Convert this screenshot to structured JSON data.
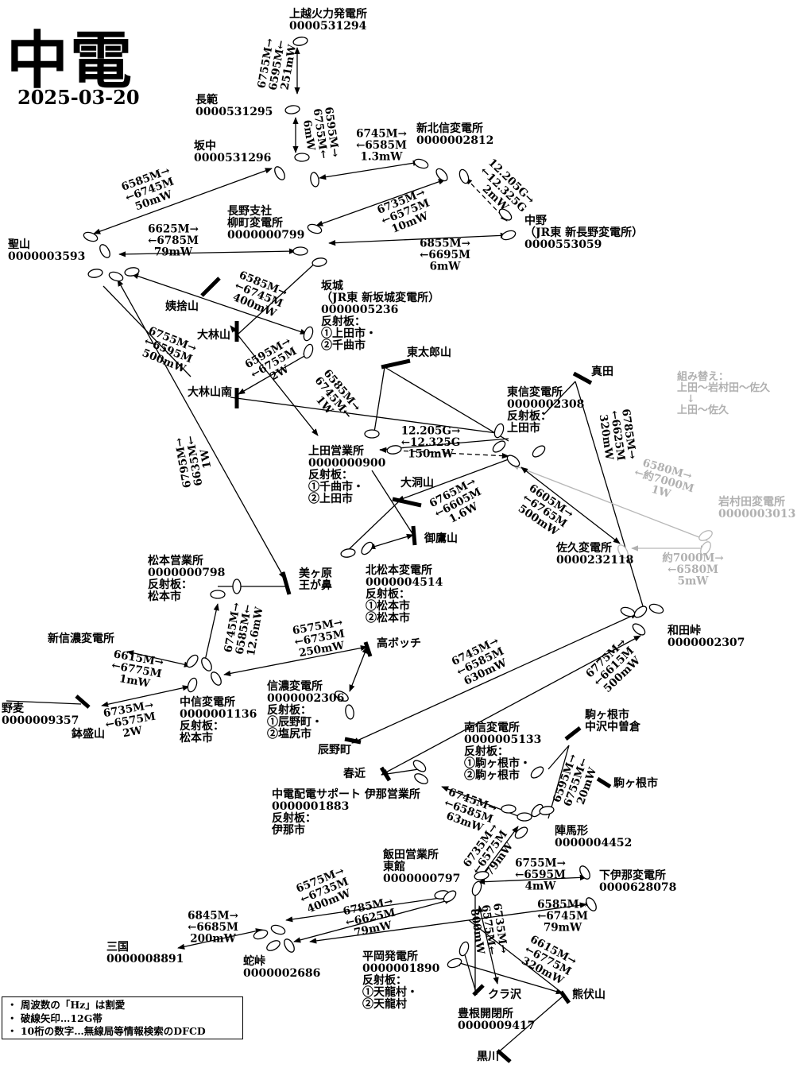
{
  "header": {
    "title": "中電",
    "date": "2025-03-20"
  },
  "legend": [
    "・ 周波数の「Hz」は割愛",
    "・ 破線矢印…12G帯",
    "・ 10桁の数字…無線局等情報検索のDFCD"
  ],
  "revision_note": {
    "title": "組み替え：",
    "before": "上田～岩村田～佐久",
    "arrow": "↓",
    "after": "上田～佐久"
  },
  "sites": {
    "joetsu": [
      "上越火力発電所",
      "0000531294"
    ],
    "nagaha": [
      "長範",
      "0000531295"
    ],
    "sakanaka": [
      "坂中",
      "0000531296"
    ],
    "shinhokushin": [
      "新北信変電所",
      "0000002812"
    ],
    "nagano": [
      "長野支社",
      "柳町変電所",
      "0000000799"
    ],
    "hijiriyama": [
      "聖山",
      "0000003593"
    ],
    "nakano": [
      "中野",
      "（JR東 新長野変電所）",
      "0000553059"
    ],
    "sakaki": [
      "坂城",
      "（JR東 新坂城変電所）",
      "0000005236",
      "反射板：",
      "①上田市・",
      "②千曲市"
    ],
    "obasute": [
      "姨捨山"
    ],
    "oobayashi": [
      "大林山"
    ],
    "oobayashi_s": [
      "大林山南"
    ],
    "higashitaro": [
      "東太郎山"
    ],
    "sanada": [
      "真田"
    ],
    "toshin": [
      "東信変電所",
      "0000002308",
      "反射板：",
      "上田市"
    ],
    "ueda": [
      "上田営業所",
      "0000000900",
      "反射板：",
      "①千曲市・",
      "②上田市"
    ],
    "oohora": [
      "大洞山"
    ],
    "mitaka": [
      "御鷹山"
    ],
    "iwamurada": [
      "岩村田変電所",
      "0000003013"
    ],
    "saku": [
      "佐久変電所",
      "0000232118"
    ],
    "kitamatsumoto": [
      "北松本変電所",
      "0000004514",
      "反射板：",
      "①松本市",
      "②松本市"
    ],
    "matsumoto": [
      "松本営業所",
      "0000000798",
      "反射板：",
      "松本市"
    ],
    "utsukushi": [
      "美ヶ原",
      "王が鼻"
    ],
    "wadatoge": [
      "和田峠",
      "0000002307"
    ],
    "shinshinano": [
      "新信濃変電所"
    ],
    "takabocchi": [
      "高ボッチ"
    ],
    "shinano": [
      "信濃変電所",
      "0000002306",
      "反射板：",
      "①辰野町・",
      "②塩尻市"
    ],
    "nomugi": [
      "野麦",
      "0000009357"
    ],
    "hachimori": [
      "鉢盛山"
    ],
    "chushin": [
      "中信変電所",
      "0000001136",
      "反射板：",
      "松本市"
    ],
    "tatsuno": [
      "辰野町"
    ],
    "komagane_city": [
      "駒ヶ根市",
      "中沢中曽倉"
    ],
    "nanshin": [
      "南信変電所",
      "0000005133",
      "反射板：",
      "①駒ヶ根市・",
      "②駒ヶ根市"
    ],
    "harudika": [
      "春近"
    ],
    "komagane": [
      "駒ヶ根市"
    ],
    "chuden_ina": [
      "中電配電サポート 伊那営業所",
      "0000001883",
      "反射板：",
      "伊那市"
    ],
    "jinbagata": [
      "陣馬形",
      "0000004452"
    ],
    "iida": [
      "飯田営業所",
      "東館",
      "0000000797"
    ],
    "shimoina": [
      "下伊那変電所",
      "0000628078"
    ],
    "mikuni": [
      "三国",
      "0000008891"
    ],
    "jatoge": [
      "蛇峠",
      "0000002686"
    ],
    "hiraoka": [
      "平岡発電所",
      "0000001890",
      "反射板：",
      "①天龍村・",
      "②天龍村"
    ],
    "kurasawa": [
      "クラ沢"
    ],
    "kumabuse": [
      "熊伏山"
    ],
    "toyone": [
      "豊根開閉所",
      "0000009417"
    ],
    "kurokawa": [
      "黒川"
    ]
  },
  "links": {
    "joetsu_nagaha": [
      "6755M→",
      "6595M←",
      "251mW"
    ],
    "nagaha_sakanaka": [
      "6595M→",
      "6755M←",
      "6mW"
    ],
    "sakanaka_shinhoku": [
      "6745M→",
      "←6585M",
      "1.3mW"
    ],
    "hiji_sakanaka": [
      "6585M→",
      "←6745M",
      "50mW"
    ],
    "shinhoku_nakano": [
      "12.205G→",
      "←12.325G",
      "2mW"
    ],
    "nagano_shinhoku": [
      "6735M→",
      "←6575M",
      "10mW"
    ],
    "hiji_nagano": [
      "6625M→",
      "←6785M",
      "79mW"
    ],
    "nagano_nakano": [
      "6855M→",
      "←6695M",
      "6mW"
    ],
    "hiji_sakaki": [
      "6585M→",
      "←6745M",
      "400mW"
    ],
    "hiji_ueda": [
      "6755M→",
      "←6595M",
      "500mW"
    ],
    "sakaki_ueda_a": [
      "6595M→",
      "←6755M",
      "2W"
    ],
    "sakaki_ueda_b": [
      "6585M→",
      "6745M←",
      "1W"
    ],
    "ueda_toshin": [
      "12.205G→",
      "←12.325G",
      "150mW"
    ],
    "toshin_wada": [
      "6785M→",
      "←6625M",
      "320mW"
    ],
    "hiji_utsukushi": [
      "6795M→",
      "6635M←",
      "1W"
    ],
    "toshin_kitamatsu": [
      "6765M→",
      "←6605M",
      "1.6W"
    ],
    "toshin_saku": [
      "6605M→",
      "←6765M",
      "500mW"
    ],
    "toshin_iwamura_old": [
      "6580M→",
      "←約7000M",
      "1W"
    ],
    "saku_iwamura_old": [
      "約7000M→",
      "←6580M",
      "5mW"
    ],
    "matsumoto_shinshinano": [
      "6745M→",
      "6585M←",
      "12.6mW"
    ],
    "chushin_shinano": [
      "6575M→",
      "←6735M",
      "250mW"
    ],
    "shinshinano_chushin": [
      "6615M→",
      "←6775M",
      "1mW"
    ],
    "nomugi_chushin": [
      "6735M→",
      "←6575M",
      "2W"
    ],
    "shinano_wada": [
      "6745M→",
      "←6585M",
      "630mW"
    ],
    "wada_nanshin": [
      "6775M→",
      "←6615M",
      "500mW"
    ],
    "nanshin_jinba": [
      "6595M→",
      "6755M←",
      "20mW"
    ],
    "chuden_jinba": [
      "6745M→",
      "←6585M",
      "63mW"
    ],
    "jinba_iida": [
      "6735M→",
      "←6575M",
      "79mW"
    ],
    "iida_shimoina": [
      "6755M→",
      "←6595M",
      "4mW"
    ],
    "jatoge_iida": [
      "6575M→",
      "←6735M",
      "400mW"
    ],
    "jatoge_iida2": [
      "6785M→",
      "←6625M",
      "79mW"
    ],
    "jatoge_shimoina": [
      "6585M→",
      "←6745M",
      "79mW"
    ],
    "mikuni_jatoge": [
      "6845M→",
      "←6685M",
      "200mW"
    ],
    "iida_toyone": [
      "6735M→",
      "6575M←",
      "800mW"
    ],
    "hiraoka_kumabuse": [
      "6615M→",
      "←6775M",
      "320mW"
    ]
  }
}
